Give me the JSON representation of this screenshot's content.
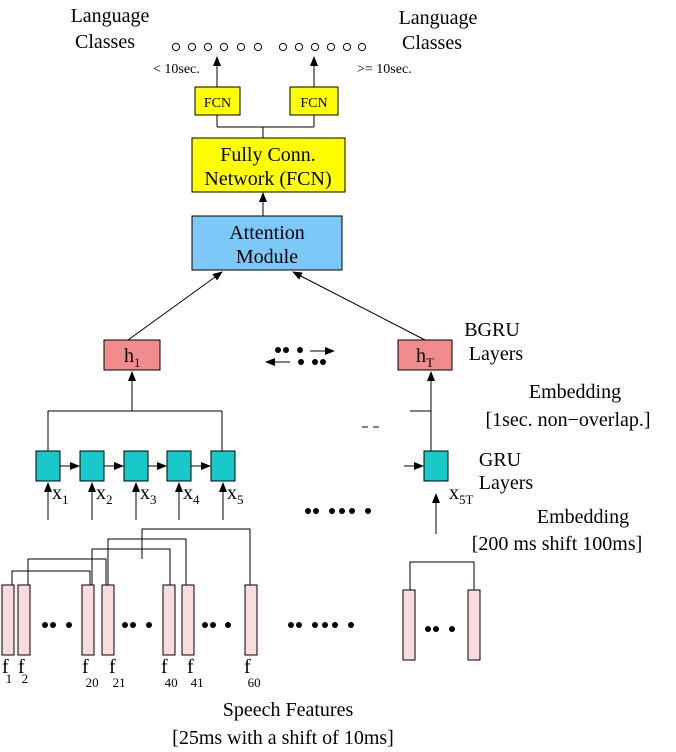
{
  "colors": {
    "fcn": "#ffff00",
    "attention": "#7cc8f8",
    "bgru": "#f08c8c",
    "gru": "#19c8c8",
    "feature": "#fadcdc"
  },
  "labels": {
    "lang_left_1": "Language",
    "lang_left_2": "Classes",
    "lang_right_1": "Language",
    "lang_right_2": "Classes",
    "lt10": "< 10sec.",
    "ge10": ">= 10sec.",
    "fcn_small": "FCN",
    "fcn_big_1": "Fully Conn.",
    "fcn_big_2": "Network (FCN)",
    "attn_1": "Attention",
    "attn_2": "Module",
    "h1_main": "h",
    "h1_sub": "1",
    "hT_main": "h",
    "hT_sub": "T",
    "bgru_1": "BGRU",
    "bgru_2": "Layers",
    "emb1_1": "Embedding",
    "emb1_2": "[1sec. non−overlap.]",
    "gru_1": "GRU",
    "gru_2": "Layers",
    "emb2_1": "Embedding",
    "emb2_2": "[200 ms shift 100ms]",
    "speech_1": "Speech Features",
    "speech_2": "[25ms with a shift of 10ms]",
    "x_main": "x",
    "x_sub": [
      "1",
      "2",
      "3",
      "4",
      "5"
    ],
    "x5T_sub": "5T",
    "f_main": "f",
    "f_sub": [
      "1",
      "2",
      "20",
      "21",
      "40",
      "41",
      "60"
    ]
  }
}
